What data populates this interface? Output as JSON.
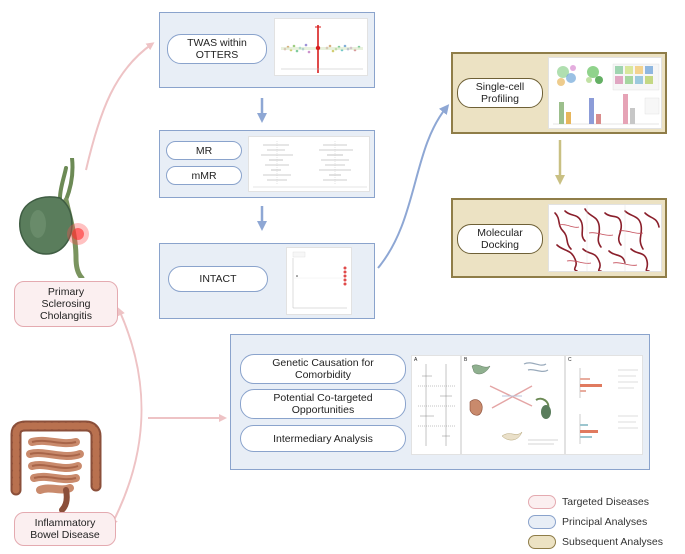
{
  "diseases": {
    "psc": {
      "line1": "Primary",
      "line2": "Sclerosing",
      "line3": "Cholangitis"
    },
    "ibd": {
      "line1": "Inflammatory",
      "line2": "Bowel Disease"
    }
  },
  "principal": {
    "twas": {
      "line1": "TWAS within",
      "line2": "OTTERS"
    },
    "mr": "MR",
    "mmr": "mMR",
    "intact": "INTACT"
  },
  "comorbidity": {
    "items": [
      {
        "line1": "Genetic Causation for",
        "line2": "Comorbidity"
      },
      {
        "line1": "Potential Co-targeted",
        "line2": "Opportunities"
      },
      {
        "line1": "Intermediary Analysis",
        "line2": ""
      }
    ],
    "panel_letters": [
      "A",
      "B",
      "C"
    ]
  },
  "subsequent": {
    "single_cell": {
      "line1": "Single-cell",
      "line2": "Profiling"
    },
    "docking": {
      "line1": "Molecular",
      "line2": "Docking"
    }
  },
  "legend": [
    {
      "label": "Targeted Diseases",
      "fill": "#fbeff0",
      "border": "#e4aab0"
    },
    {
      "label": "Principal Analyses",
      "fill": "#e8eef6",
      "border": "#8aa3cc"
    },
    {
      "label": "Subsequent Analyses",
      "fill": "#ece2c3",
      "border": "#8f7d48"
    }
  ],
  "colors": {
    "arrow_pink": "#eec3c5",
    "arrow_blue": "#8ea7d4",
    "arrow_gold": "#c9c083"
  }
}
